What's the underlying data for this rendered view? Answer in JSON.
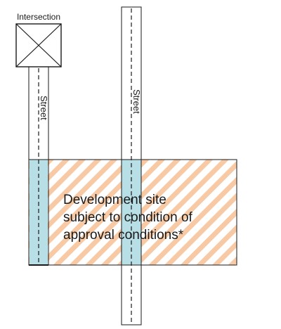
{
  "intersection": {
    "label": "Intersection"
  },
  "streets": [
    {
      "label": "Street"
    },
    {
      "label": "Street"
    }
  ],
  "site": {
    "lines": [
      "Development site",
      "subject to condition of",
      "approval conditions*"
    ]
  },
  "colors": {
    "hatch": "#f7c9a4",
    "highlight": "#b9dfe6",
    "stroke": "#1a1a1a"
  }
}
